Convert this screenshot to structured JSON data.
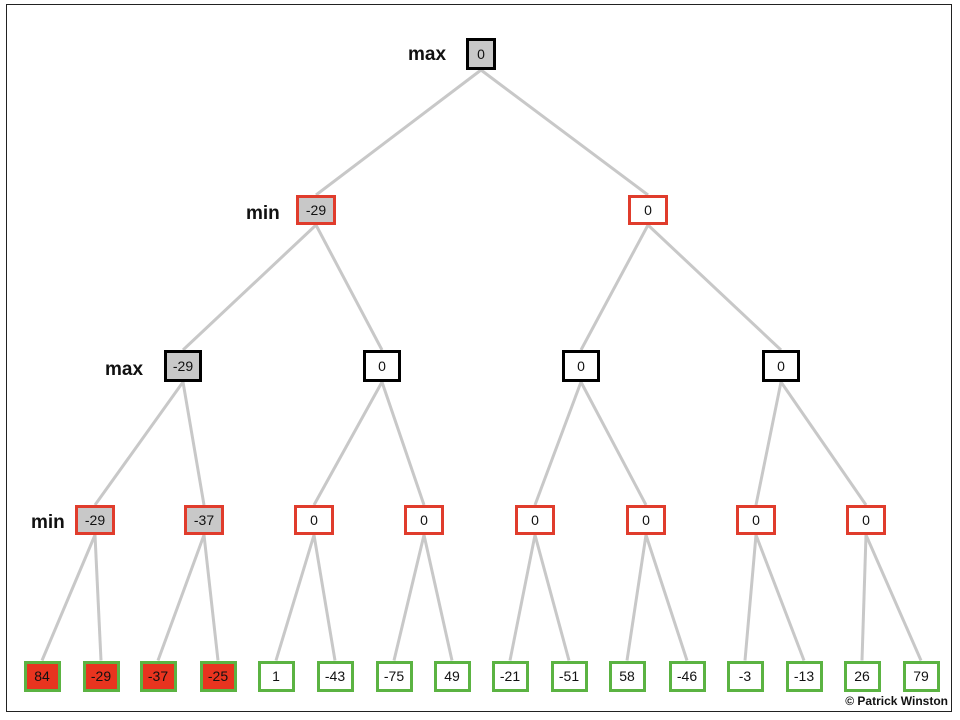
{
  "colors": {
    "edge": "#c8c8c8",
    "max_border": "#000000",
    "min_border": "#e03c2c",
    "leaf_border": "#5bb342",
    "visited_fill": "#c8c8c8",
    "pruned_fill": "#e8341f"
  },
  "level_labels": {
    "max_top": "max",
    "min_1": "min",
    "max_2": "max",
    "min_3": "min"
  },
  "tree": {
    "root": {
      "value": "0",
      "kind": "max",
      "fill": "visited"
    },
    "level1": [
      {
        "value": "-29",
        "kind": "min",
        "fill": "visited"
      },
      {
        "value": "0",
        "kind": "min",
        "fill": "white"
      }
    ],
    "level2": [
      {
        "value": "-29",
        "kind": "max",
        "fill": "visited"
      },
      {
        "value": "0",
        "kind": "max",
        "fill": "white"
      },
      {
        "value": "0",
        "kind": "max",
        "fill": "white"
      },
      {
        "value": "0",
        "kind": "max",
        "fill": "white"
      }
    ],
    "level3": [
      {
        "value": "-29",
        "kind": "min",
        "fill": "visited"
      },
      {
        "value": "-37",
        "kind": "min",
        "fill": "visited"
      },
      {
        "value": "0",
        "kind": "min",
        "fill": "white"
      },
      {
        "value": "0",
        "kind": "min",
        "fill": "white"
      },
      {
        "value": "0",
        "kind": "min",
        "fill": "white"
      },
      {
        "value": "0",
        "kind": "min",
        "fill": "white"
      },
      {
        "value": "0",
        "kind": "min",
        "fill": "white"
      },
      {
        "value": "0",
        "kind": "min",
        "fill": "white"
      }
    ],
    "leaves": [
      {
        "value": "84",
        "fill": "pruned"
      },
      {
        "value": "-29",
        "fill": "pruned"
      },
      {
        "value": "-37",
        "fill": "pruned"
      },
      {
        "value": "-25",
        "fill": "pruned"
      },
      {
        "value": "1",
        "fill": "white"
      },
      {
        "value": "-43",
        "fill": "white"
      },
      {
        "value": "-75",
        "fill": "white"
      },
      {
        "value": "49",
        "fill": "white"
      },
      {
        "value": "-21",
        "fill": "white"
      },
      {
        "value": "-51",
        "fill": "white"
      },
      {
        "value": "58",
        "fill": "white"
      },
      {
        "value": "-46",
        "fill": "white"
      },
      {
        "value": "-3",
        "fill": "white"
      },
      {
        "value": "-13",
        "fill": "white"
      },
      {
        "value": "26",
        "fill": "white"
      },
      {
        "value": "79",
        "fill": "white"
      }
    ]
  },
  "copyright": "© Patrick Winston"
}
